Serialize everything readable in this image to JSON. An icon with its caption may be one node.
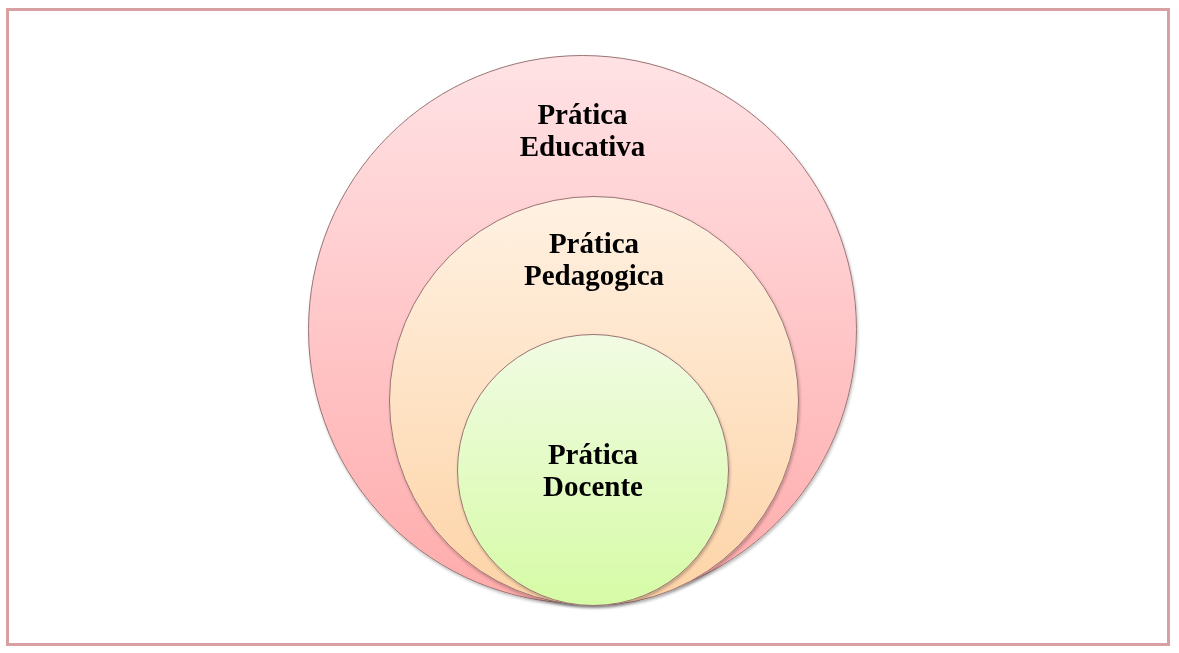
{
  "diagram": {
    "nodes": [
      {
        "text": [
          "Prática Educativa"
        ]
      },
      {
        "text": [
          "Prática Pedagogica"
        ],
        "in": 0
      },
      {
        "text": [
          "Prática Docente"
        ],
        "in": 1
      }
    ]
  }
}
